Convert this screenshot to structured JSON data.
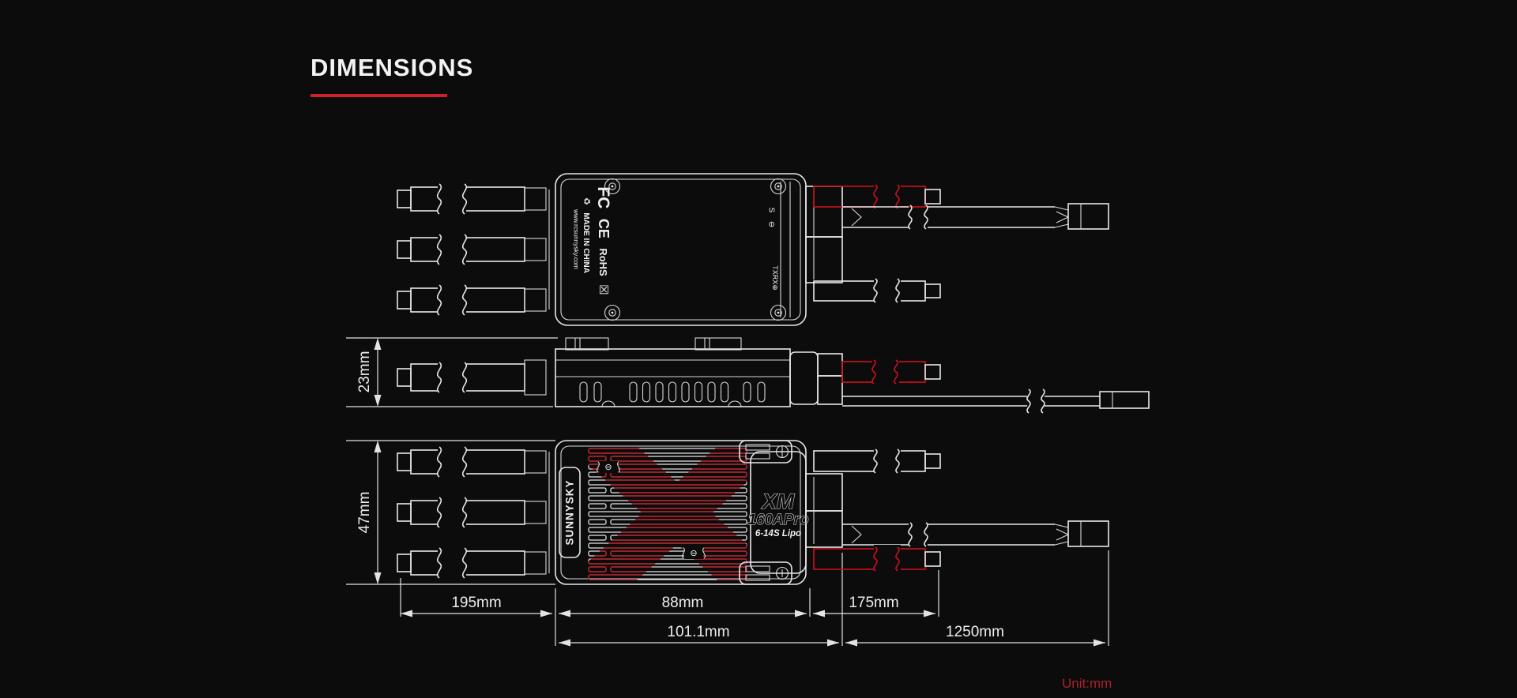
{
  "colors": {
    "background": "#0c0c0d",
    "line": "#e8e8e8",
    "accent_red": "#c3101b",
    "underline_red": "#d0202b",
    "unit_text_red": "#a8232c"
  },
  "header": {
    "title": "DIMENSIONS"
  },
  "footer": {
    "unit_note": "Unit:mm"
  },
  "device": {
    "brand": "SUNNYSKY",
    "model": {
      "series": "XM",
      "rating": "160APro",
      "battery": "6-14S Lipo"
    },
    "markings": {
      "fcc": "FC",
      "ce": "CE",
      "rohs": "RoHS",
      "weee": "☒",
      "recycle": "♻",
      "made_in": "MADE IN CHINA",
      "website": "www.rcsunnysky.com",
      "port_signal": "S",
      "port_negative": "⊖",
      "port_txrx": "TXRX⊕"
    }
  },
  "dimensions": {
    "side_height": "23mm",
    "bottom_height": "47mm",
    "motor_wire": "195mm",
    "case_length": "88mm",
    "power_wire": "175mm",
    "case_total_length": "101.1mm",
    "signal_cable": "1250mm"
  }
}
